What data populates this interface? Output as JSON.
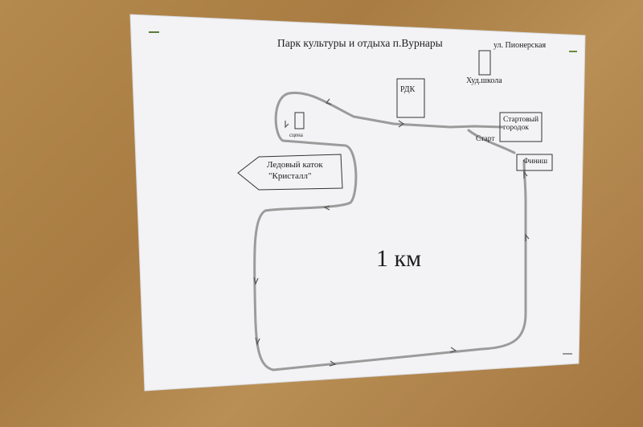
{
  "map": {
    "title": "Парк культуры и отдыха п.Вурнары",
    "street": "ул. Пионерская",
    "art_school": "Худ.школа",
    "rdk": "РДК",
    "stage": "сцена",
    "start_area": "Стартовый городок",
    "start": "Старт",
    "finish": "Финиш",
    "rink_line1": "Ледовый каток",
    "rink_line2": "\"Кристалл\"",
    "distance": "1 км"
  },
  "colors": {
    "board": "#ad8147",
    "paper": "#f4f4f6",
    "route": "#9a9a9a",
    "ink": "#222222"
  }
}
